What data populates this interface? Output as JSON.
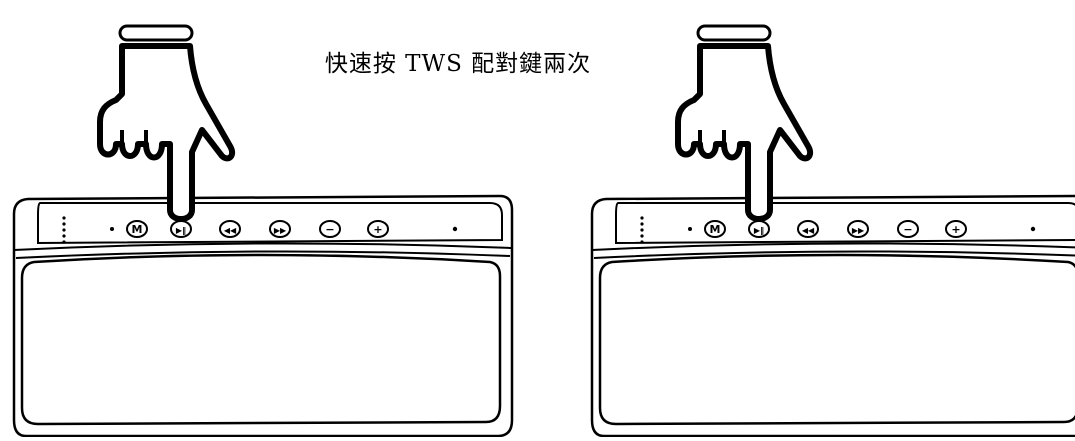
{
  "caption": "快速按 TWS 配對鍵兩次",
  "speakers": [
    {
      "buttons": [
        {
          "icon": "mode-icon",
          "symbol": "M"
        },
        {
          "icon": "play-pause-icon",
          "symbol": "▶‖"
        },
        {
          "icon": "previous-icon",
          "symbol": "◀◀"
        },
        {
          "icon": "next-icon",
          "symbol": "▶▶"
        },
        {
          "icon": "volume-down-icon",
          "symbol": "−"
        },
        {
          "icon": "volume-up-icon",
          "symbol": "+"
        }
      ],
      "pressed_button": "play-pause-icon"
    },
    {
      "buttons": [
        {
          "icon": "mode-icon",
          "symbol": "M"
        },
        {
          "icon": "play-pause-icon",
          "symbol": "▶‖"
        },
        {
          "icon": "previous-icon",
          "symbol": "◀◀"
        },
        {
          "icon": "next-icon",
          "symbol": "▶▶"
        },
        {
          "icon": "volume-down-icon",
          "symbol": "−"
        },
        {
          "icon": "volume-up-icon",
          "symbol": "+"
        }
      ],
      "pressed_button": "play-pause-icon"
    }
  ],
  "colors": {
    "line": "#000000",
    "background": "#ffffff"
  }
}
